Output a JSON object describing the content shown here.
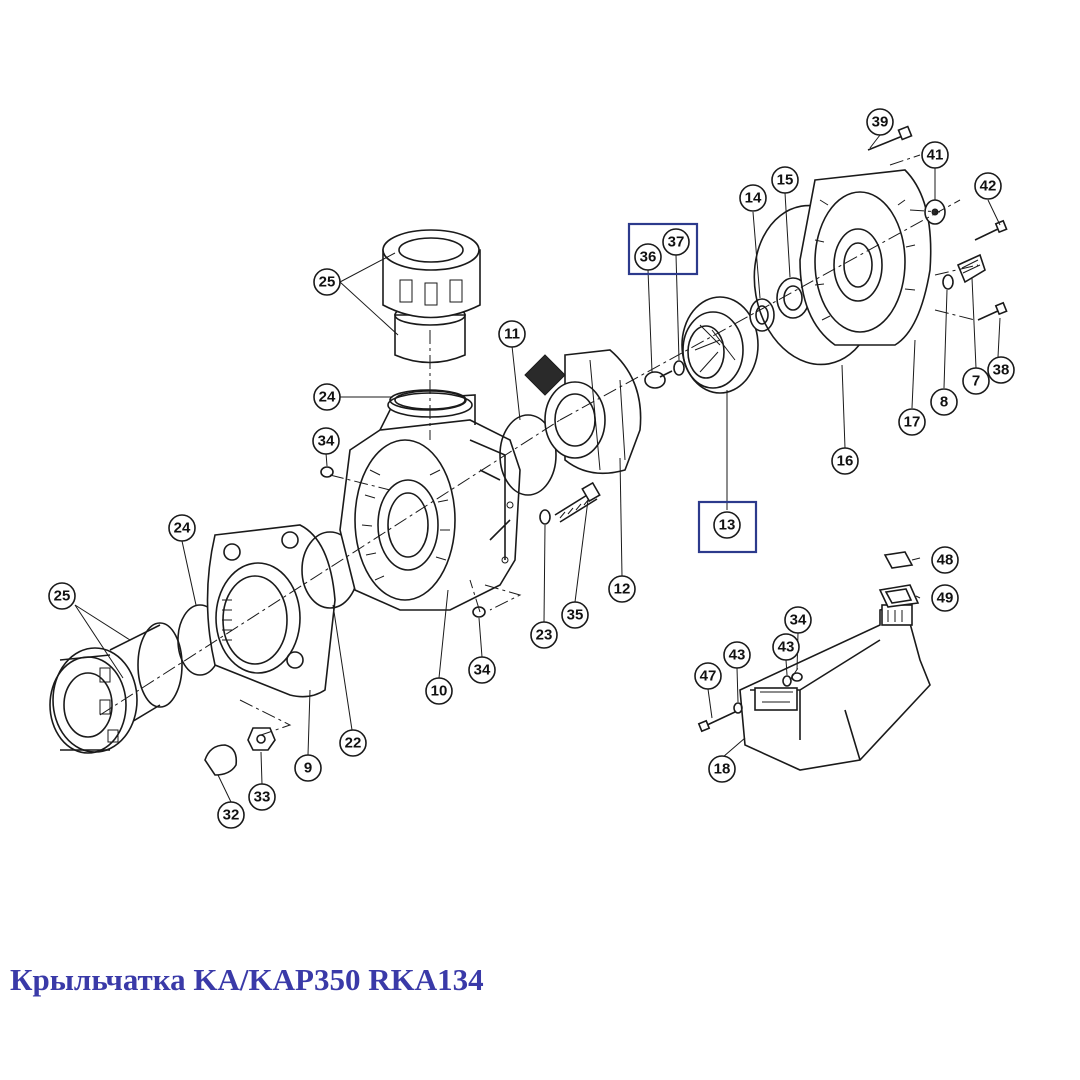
{
  "caption": "Крыльчатка KA/KAP350 RKA134",
  "accent_color": "#3a3aa8",
  "highlight_color": "#2c3a8c",
  "callouts": [
    "7",
    "8",
    "9",
    "10",
    "11",
    "12",
    "13",
    "14",
    "15",
    "16",
    "17",
    "18",
    "22",
    "23",
    "24",
    "24",
    "25",
    "25",
    "32",
    "33",
    "34",
    "34",
    "34",
    "35",
    "36",
    "37",
    "38",
    "39",
    "41",
    "42",
    "43",
    "43",
    "47",
    "48",
    "49"
  ],
  "highlighted": [
    "13",
    "36",
    "37"
  ]
}
